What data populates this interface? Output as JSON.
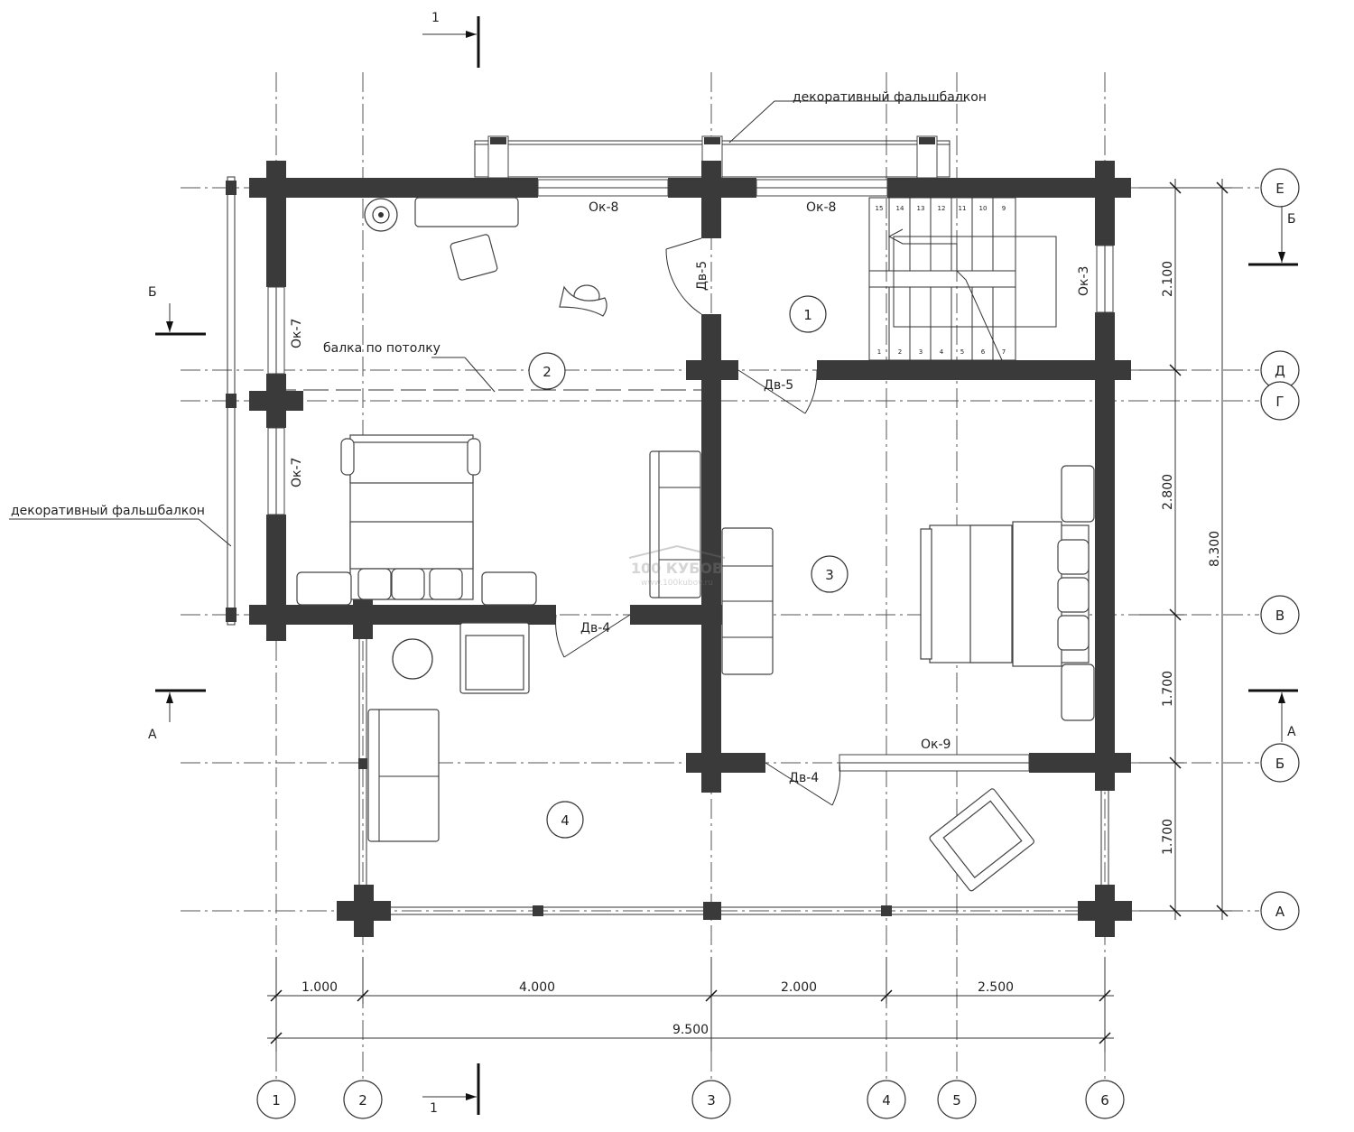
{
  "plan": {
    "labels": {
      "decor_balcony_top": "декоративный фальшбалкон",
      "decor_balcony_left": "декоративный фальшбалкон",
      "ceiling_beam": "балка по потолку",
      "watermark": "100 КУБОВ",
      "watermark_url": "www.100kubov.ru"
    },
    "openings": {
      "ok8_a": "Ок-8",
      "ok8_b": "Ок-8",
      "ok3": "Ок-3",
      "ok7_a": "Ок-7",
      "ok7_b": "Ок-7",
      "ok9": "Ок-9",
      "dv5_a": "Дв-5",
      "dv5_b": "Дв-5",
      "dv4_a": "Дв-4",
      "dv4_b": "Дв-4"
    },
    "rooms": [
      "1",
      "2",
      "3",
      "4"
    ],
    "column_axes": [
      "1",
      "2",
      "3",
      "4",
      "5",
      "6"
    ],
    "row_axes": [
      "Е",
      "Д",
      "Г",
      "В",
      "Б",
      "А"
    ],
    "sections": {
      "s1_top": "1",
      "s1_bottom": "1",
      "sB_left": "Б",
      "sB_right": "Б",
      "sA_left": "А",
      "sA_right": "А"
    },
    "dims_horizontal": [
      "1.000",
      "4.000",
      "2.000",
      "2.500"
    ],
    "dim_total_horizontal": "9.500",
    "dims_vertical": [
      "2.100",
      "2.800",
      "1.700",
      "1.700"
    ],
    "dim_total_vertical": "8.300",
    "stair_numbers_top": [
      "15",
      "14",
      "13",
      "12",
      "11",
      "10",
      "9"
    ],
    "stair_numbers_bottom": [
      "1",
      "2",
      "3",
      "4",
      "5",
      "6",
      "7"
    ]
  }
}
